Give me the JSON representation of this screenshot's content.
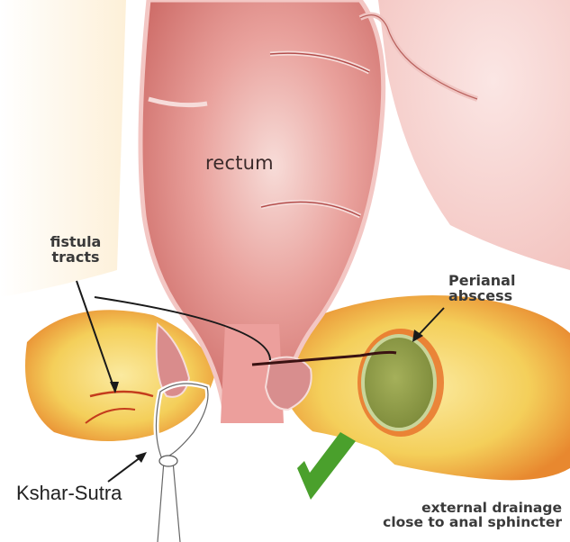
{
  "diagram": {
    "subject": "Anal fistula with perianal abscess and Kshar-Sutra treatment",
    "labels": {
      "rectum": "rectum",
      "fistula_tracts_line1": "fistula",
      "fistula_tracts_line2": "tracts",
      "perianal_abscess_line1": "Perianal",
      "perianal_abscess_line2": "abscess",
      "external_drainage_line1": "external drainage",
      "external_drainage_line2": "close to anal sphincter",
      "kshar_sutra": "Kshar-Sutra"
    },
    "colors": {
      "rectum_wall": "#e8a3a3",
      "rectum_inner": "#d9736f",
      "rectum_highlight": "#f6d2cf",
      "fat_tissue": "#f4cf5a",
      "inflamed_tissue": "#e8742c",
      "abscess_fill": "#8f9e48",
      "abscess_rim": "#c9d59a",
      "drainage_arrow": "#4aa02c",
      "label_text": "#3a3a3a",
      "leader_lines": "#1a1a1a"
    }
  }
}
